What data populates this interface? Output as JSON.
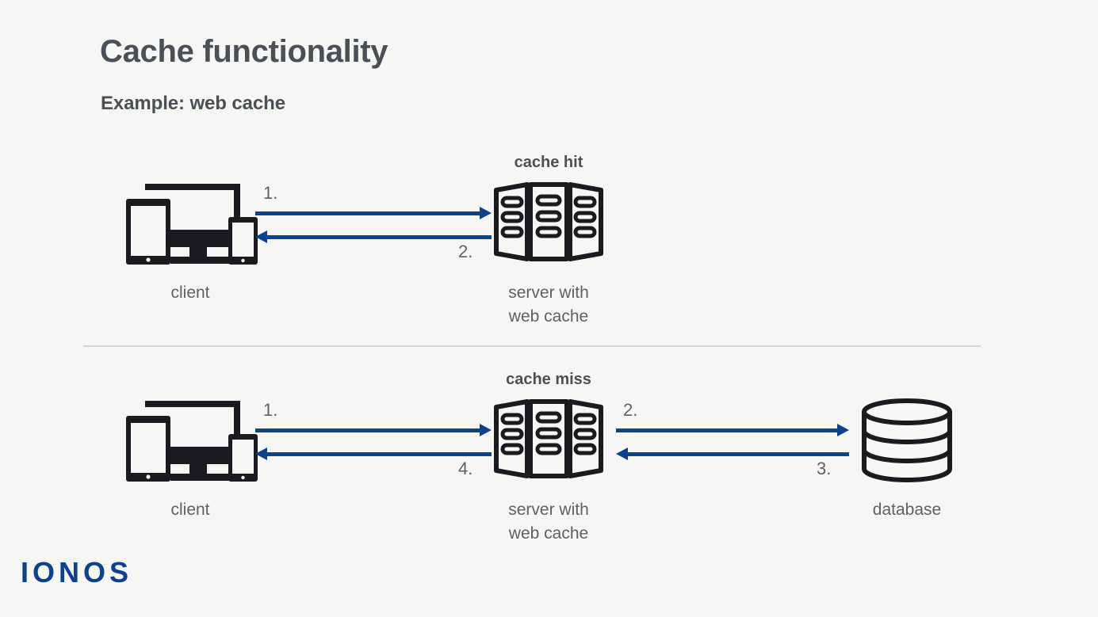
{
  "page": {
    "title": "Cache functionality",
    "subtitle": "Example: web cache",
    "brand": "IONOS",
    "background_color": "#f6f6f5",
    "accent_color": "#0b4290",
    "heading_color": "#4a5055",
    "label_color": "#5c6166",
    "divider_color": "#d5d5d5"
  },
  "diagram": {
    "rows": [
      {
        "id": "cache-hit",
        "heading": "cache hit",
        "nodes": [
          {
            "id": "client",
            "icon": "client-devices-icon",
            "caption_line1": "client",
            "caption_line2": ""
          },
          {
            "id": "server",
            "icon": "server-rack-icon",
            "caption_line1": "server with",
            "caption_line2": "web cache"
          }
        ],
        "arrows": [
          {
            "id": "client-to-server",
            "direction": "right",
            "label": "1.",
            "label_position": "above-left"
          },
          {
            "id": "server-to-client",
            "direction": "left",
            "label": "2.",
            "label_position": "below-right"
          }
        ]
      },
      {
        "id": "cache-miss",
        "heading": "cache miss",
        "nodes": [
          {
            "id": "client",
            "icon": "client-devices-icon",
            "caption_line1": "client",
            "caption_line2": ""
          },
          {
            "id": "server",
            "icon": "server-rack-icon",
            "caption_line1": "server with",
            "caption_line2": "web cache"
          },
          {
            "id": "database",
            "icon": "database-cylinder-icon",
            "caption_line1": "database",
            "caption_line2": ""
          }
        ],
        "arrows": [
          {
            "id": "client-to-server",
            "direction": "right",
            "label": "1.",
            "label_position": "above-left"
          },
          {
            "id": "server-to-database",
            "direction": "right",
            "label": "2.",
            "label_position": "above-left"
          },
          {
            "id": "database-to-server",
            "direction": "left",
            "label": "3.",
            "label_position": "below-right"
          },
          {
            "id": "server-to-client",
            "direction": "left",
            "label": "4.",
            "label_position": "below-right"
          }
        ]
      }
    ]
  }
}
